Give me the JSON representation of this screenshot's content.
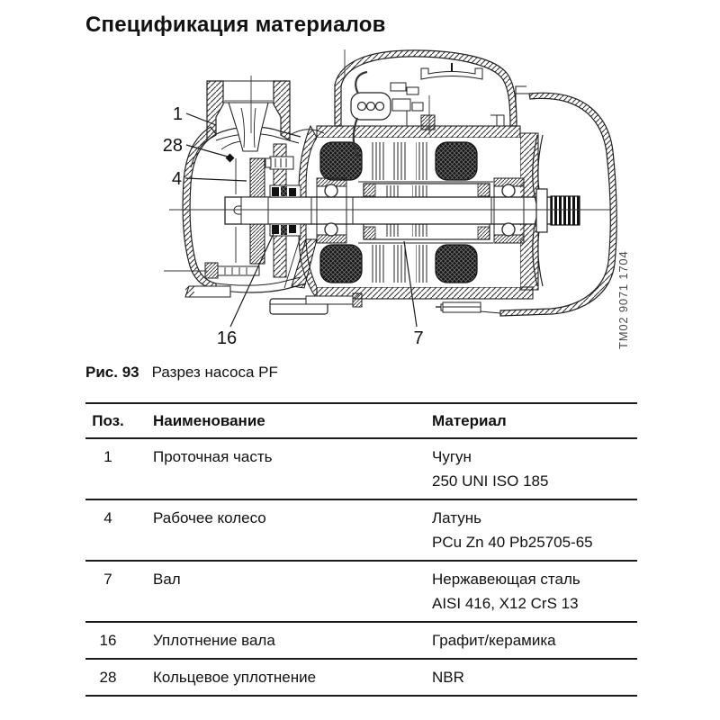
{
  "page": {
    "title": "Спецификация материалов"
  },
  "figure": {
    "caption_label": "Рис. 93",
    "caption_text": "Разрез насоса PF",
    "drawing_code": "TM02 9071 1704",
    "callouts": [
      {
        "label": "1"
      },
      {
        "label": "28"
      },
      {
        "label": "4"
      },
      {
        "label": "16"
      },
      {
        "label": "7"
      }
    ]
  },
  "table": {
    "headers": {
      "pos": "Поз.",
      "name": "Наименование",
      "material": "Материал"
    },
    "rows": [
      {
        "pos": "1",
        "name": "Проточная часть",
        "material1": "Чугун",
        "material2": "250 UNI ISO 185"
      },
      {
        "pos": "4",
        "name": "Рабочее колесо",
        "material1": "Латунь",
        "material2": "PCu Zn 40 Pb25705-65"
      },
      {
        "pos": "7",
        "name": "Вал",
        "material1": "Нержавеющая сталь",
        "material2": "AISI 416, X12 CrS 13"
      },
      {
        "pos": "16",
        "name": "Уплотнение вала",
        "material1": "Графит/керамика",
        "material2": ""
      },
      {
        "pos": "28",
        "name": "Кольцевое уплотнение",
        "material1": "NBR",
        "material2": ""
      }
    ]
  }
}
